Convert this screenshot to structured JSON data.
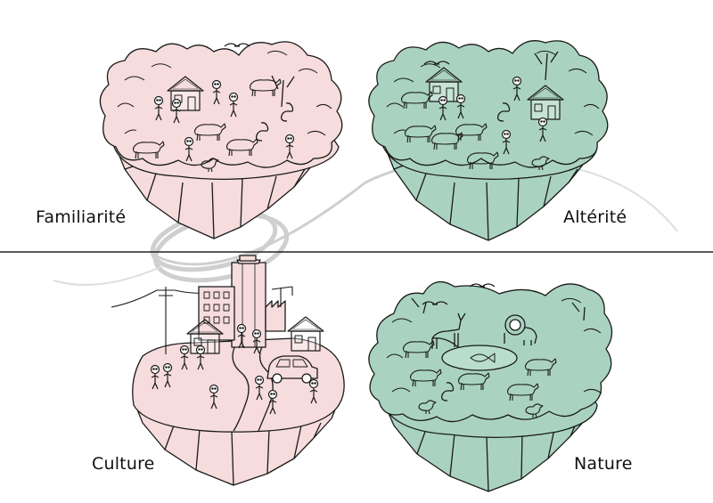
{
  "colors": {
    "background": "#ffffff",
    "warm_fill": "#f6dcdc",
    "cool_fill": "#a9d3c0",
    "line": "#1a1a1a",
    "swirl": "#cfcfcf",
    "divider": "#222222"
  },
  "quadrants": [
    {
      "key": "top-left",
      "label": "Familiarité",
      "theme": "warm",
      "scene": "forest-village"
    },
    {
      "key": "top-right",
      "label": "Altérité",
      "theme": "cool",
      "scene": "forest-village"
    },
    {
      "key": "bottom-left",
      "label": "Culture",
      "theme": "warm",
      "scene": "city"
    },
    {
      "key": "bottom-right",
      "label": "Nature",
      "theme": "cool",
      "scene": "wild-forest-pond"
    }
  ],
  "labels": {
    "familiarite": "Familiarité",
    "alterite": "Altérité",
    "culture": "Culture",
    "nature": "Nature"
  }
}
